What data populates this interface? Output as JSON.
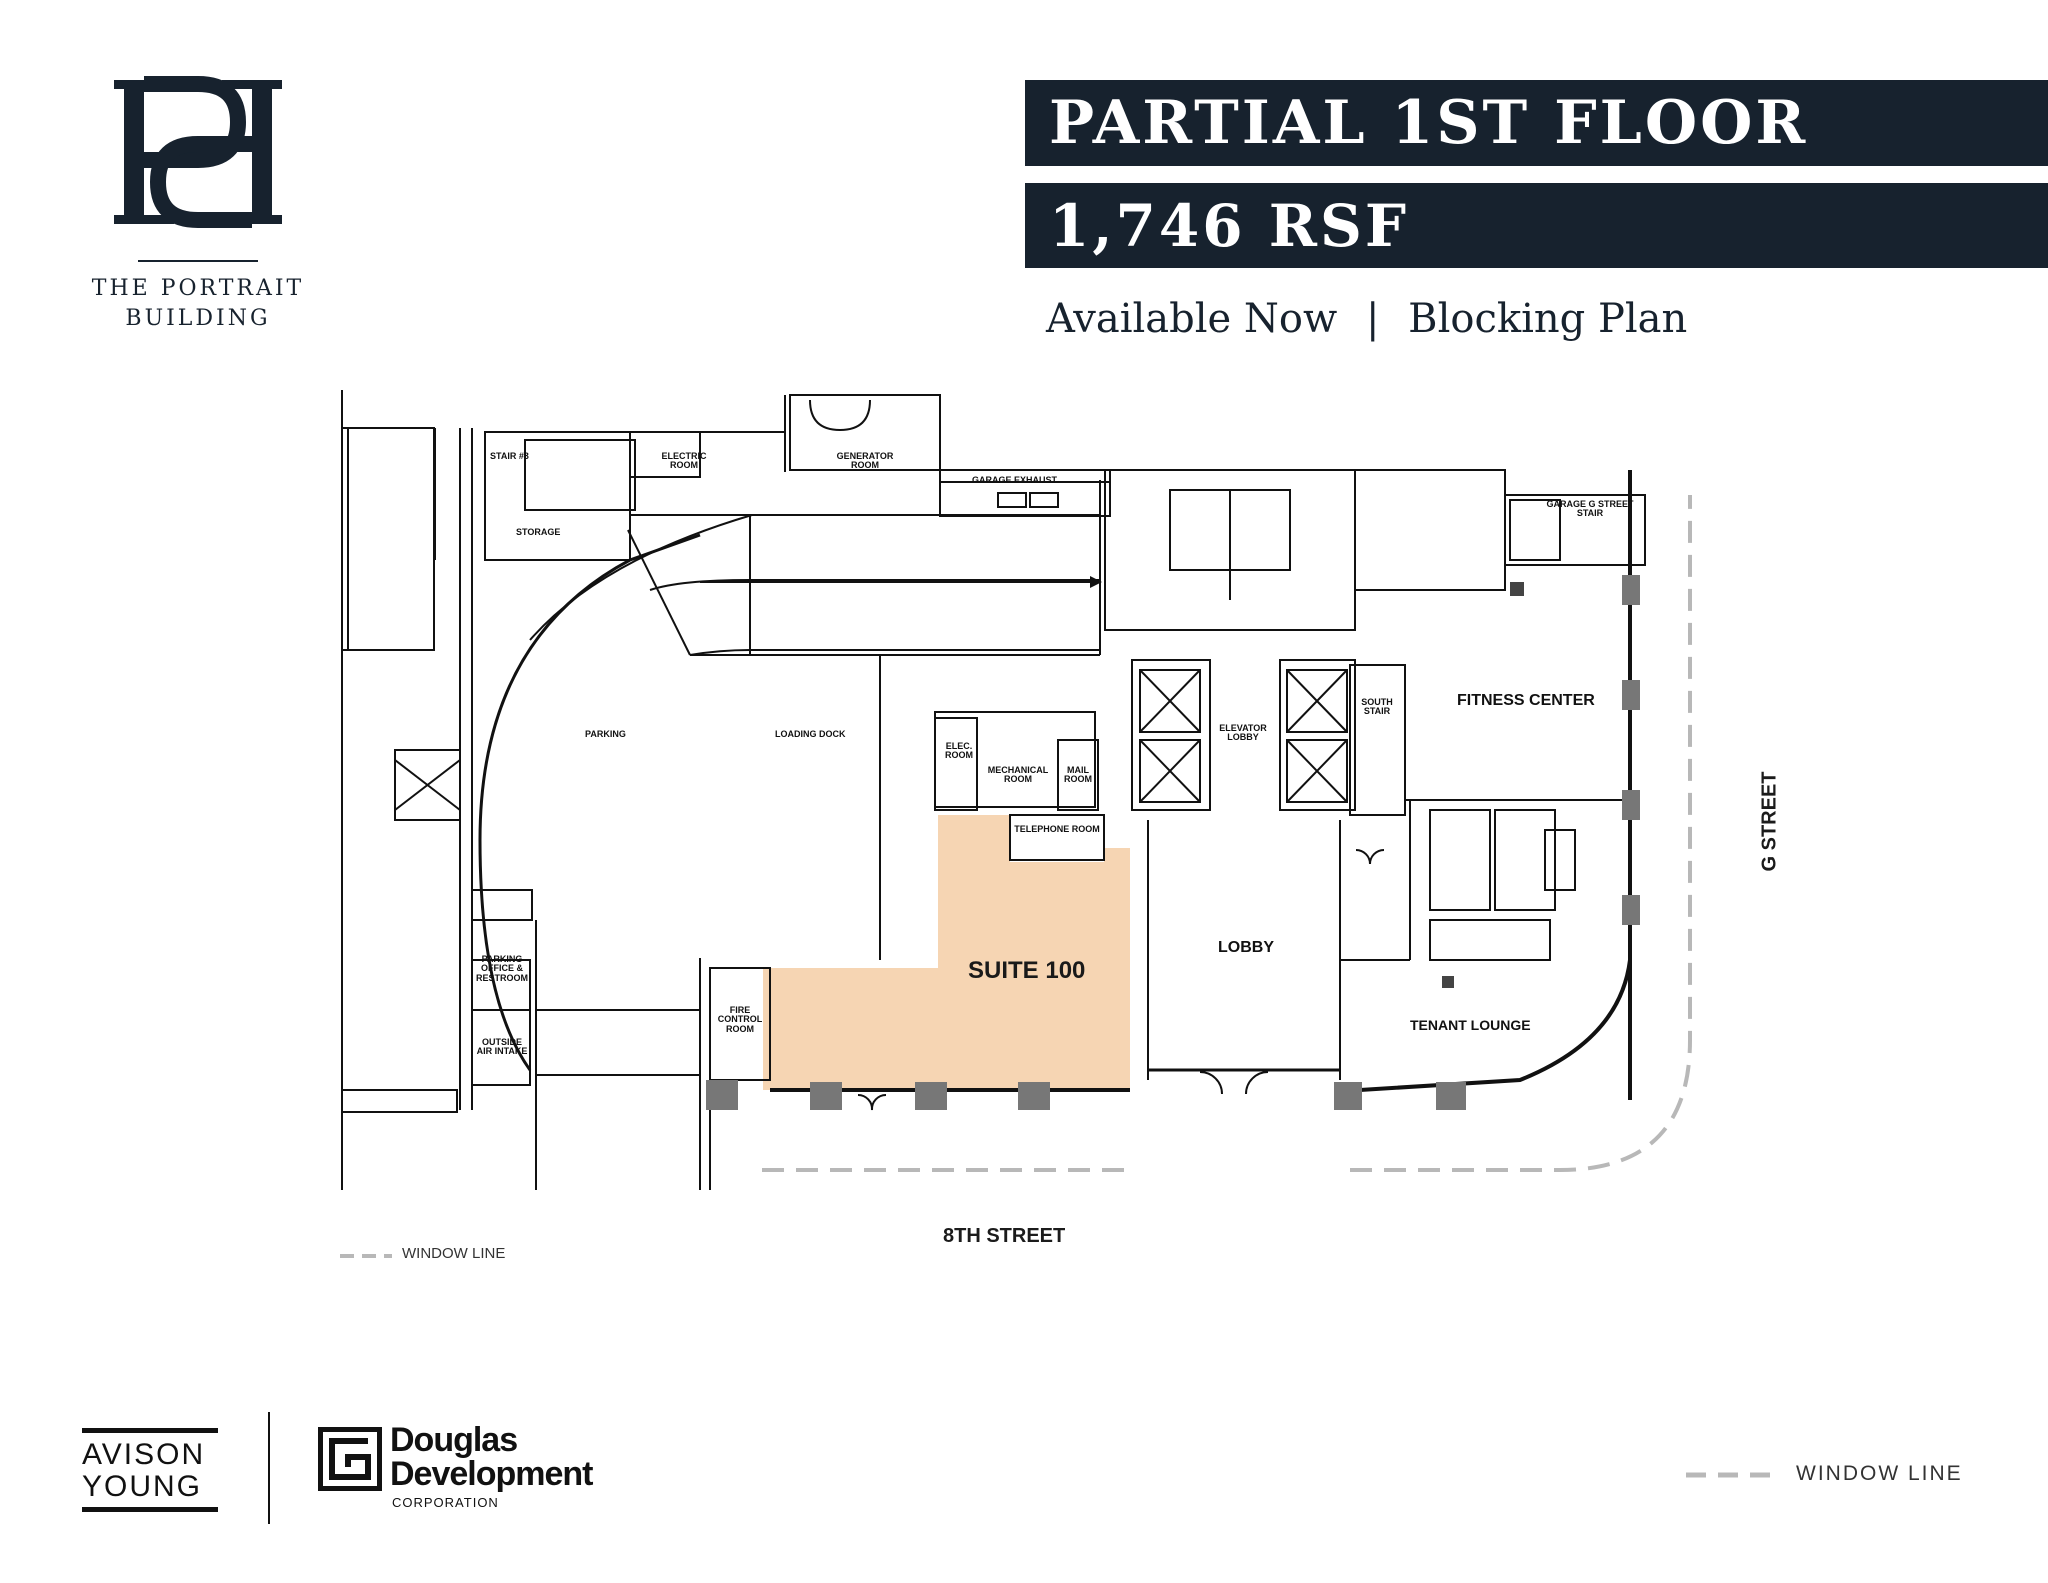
{
  "brand": {
    "monogram": "PB",
    "name_line1": "THE PORTRAIT",
    "name_line2": "BUILDING"
  },
  "header": {
    "title": "PARTIAL 1ST FLOOR",
    "area": "1,746 RSF",
    "availability": "Available Now",
    "separator": "|",
    "plan_type": "Blocking Plan"
  },
  "plan": {
    "suite": "SUITE 100",
    "rooms": {
      "stair3": "STAIR #3",
      "electric_room": "ELECTRIC ROOM",
      "generator_room": "GENERATOR ROOM",
      "garage_exhaust": "GARAGE EXHAUST",
      "garage_stair": "GARAGE G STREET STAIR",
      "storage": "STORAGE",
      "parking": "PARKING",
      "loading_dock": "LOADING DOCK",
      "elec_room": "ELEC. ROOM",
      "mechanical_room": "MECHANICAL ROOM",
      "mail_room": "MAIL ROOM",
      "telephone_room": "TELEPHONE ROOM",
      "elevator_lobby": "ELEVATOR LOBBY",
      "south_stair": "SOUTH STAIR",
      "fitness_center": "FITNESS CENTER",
      "lobby": "LOBBY",
      "tenant_lounge": "TENANT LOUNGE",
      "parking_office": "PARKING OFFICE & RESTROOM",
      "outside_air": "OUTSIDE AIR INTAKE",
      "fire_control": "FIRE CONTROL ROOM"
    },
    "streets": {
      "south": "8TH STREET",
      "east": "G STREET"
    },
    "legend_window_line": "WINDOW LINE"
  },
  "footer": {
    "avison_line1": "AVISON",
    "avison_line2": "YOUNG",
    "douglas_line1": "Douglas",
    "douglas_line2": "Development",
    "douglas_line3": "CORPORATION",
    "legend_window_line": "WINDOW LINE"
  },
  "colors": {
    "navy": "#17222e",
    "suite_fill": "#f6d5b3",
    "wall": "#111111",
    "window_line": "#b8b8b8"
  }
}
